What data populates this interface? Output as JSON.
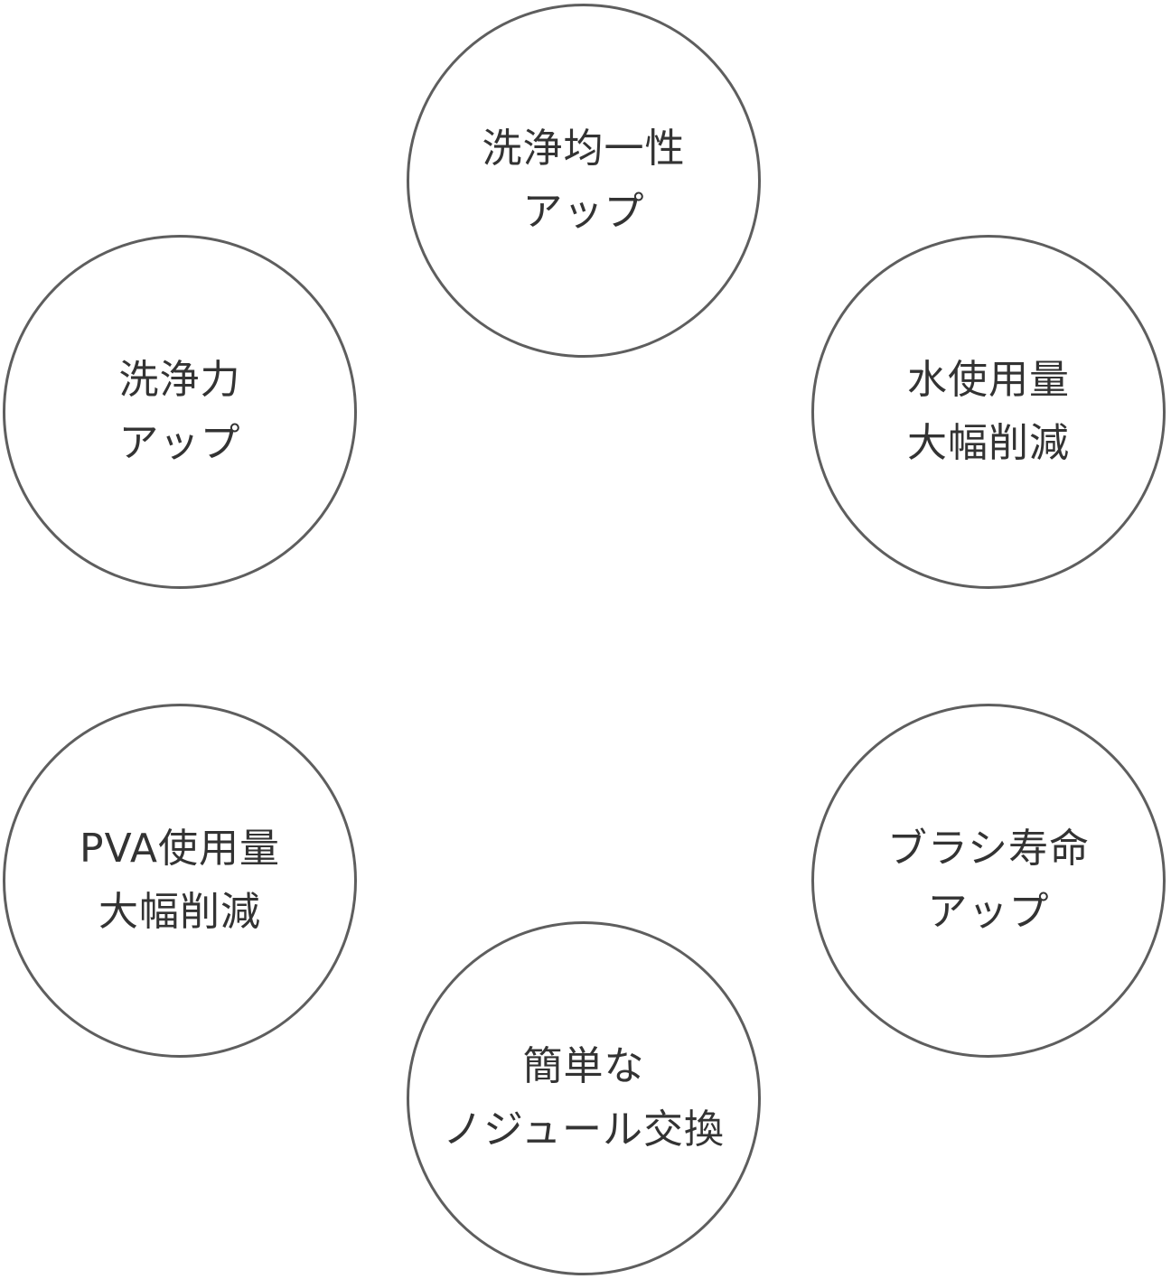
{
  "colors": {
    "circle_border": "#5e5e5e",
    "text": "#333333",
    "background": "#ffffff"
  },
  "benefits": {
    "top": {
      "line1": "洗浄均一性",
      "line2": "アップ"
    },
    "left": {
      "line1": "洗浄力",
      "line2": "アップ"
    },
    "right": {
      "line1": "水使用量",
      "line2": "大幅削減"
    },
    "bottom_left": {
      "line1": "PVA使用量",
      "line2": "大幅削減"
    },
    "bottom_right": {
      "line1": "ブラシ寿命",
      "line2": "アップ"
    },
    "bottom": {
      "line1": "簡単な",
      "line2": "ノジュール交換"
    }
  }
}
